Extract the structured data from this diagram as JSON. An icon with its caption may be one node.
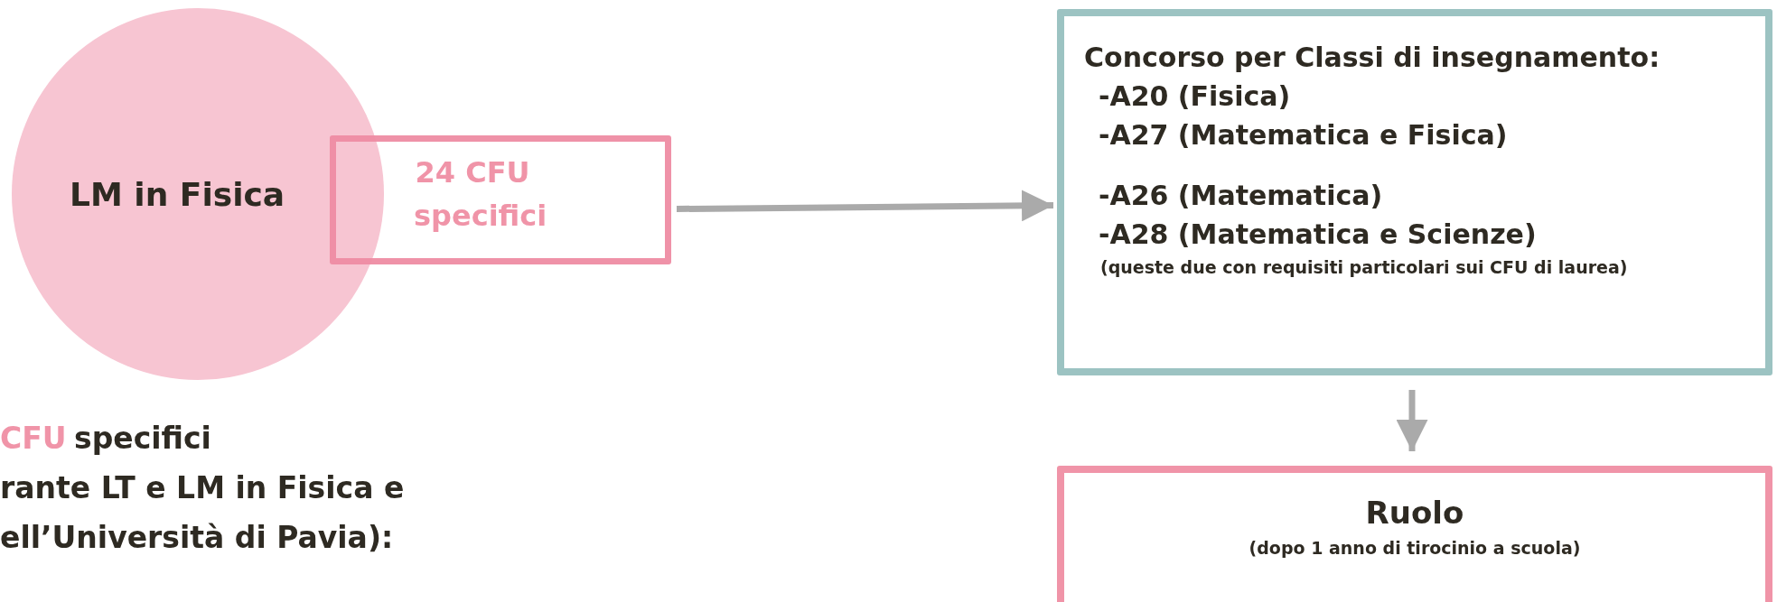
{
  "diagram": {
    "nodes": [
      {
        "text": [
          "LM in Fisica"
        ]
      },
      {
        "text": [
          "24 CFU specifici"
        ]
      },
      {
        "text": [
          "Concorso per Classi di insegnamento:",
          "-A20 (Fisica)",
          "-A27 (Matematica e Fisica)",
          "-A26 (Matematica)",
          "-A28 (Matematica e Scienze)",
          "(queste due con requisiti particolari sui CFU di laurea)"
        ]
      },
      {
        "text": [
          "Ruolo",
          "(dopo 1 anno di tirocinio a scuola)"
        ]
      }
    ],
    "edges": [
      {
        "from": 1,
        "to": 2,
        "arrow": "to"
      },
      {
        "from": 2,
        "to": 3,
        "arrow": "to"
      }
    ],
    "labels": [
      "CFU",
      "specifici",
      "rante LT e LM in Fisica e",
      "ell’Università di Pavia):"
    ]
  }
}
